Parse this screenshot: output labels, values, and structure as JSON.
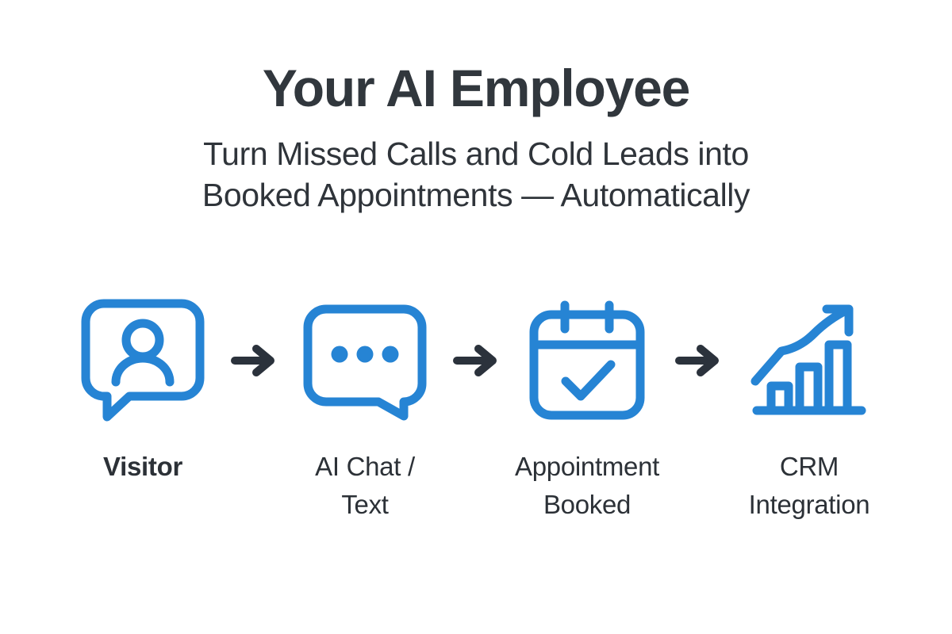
{
  "hero": {
    "title": "Your AI Employee",
    "subtitle_line_1": "Turn Missed Calls and Cold Leads into",
    "subtitle_line_2": "Booked Appointments — Automatically"
  },
  "colors": {
    "accent_blue": "#2684d4",
    "text_dark": "#31373d",
    "arrow_dark": "#2b323c",
    "background": "#ffffff"
  },
  "flow": {
    "arrow_glyph": "→",
    "steps": [
      {
        "label": "Visitor",
        "icon": "speech-bubble-person-icon"
      },
      {
        "label": "AI Chat /\nText",
        "icon": "chat-bubble-dots-icon"
      },
      {
        "label": "Appointment\nBooked",
        "icon": "calendar-check-icon"
      },
      {
        "label": "CRM\nIntegration",
        "icon": "growth-chart-arrow-icon"
      }
    ],
    "arrows": [
      {
        "name": "flow-arrow-1"
      },
      {
        "name": "flow-arrow-2"
      },
      {
        "name": "flow-arrow-3"
      }
    ]
  }
}
